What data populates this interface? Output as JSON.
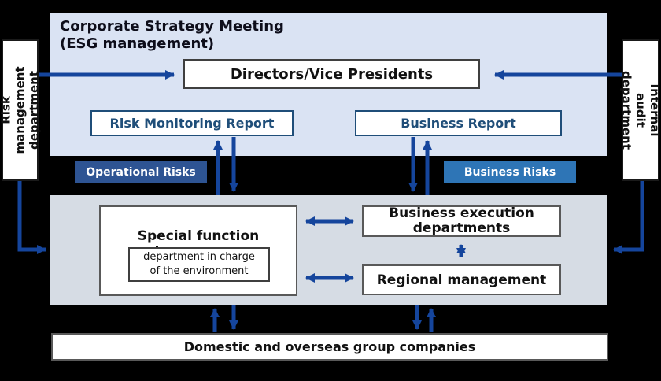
{
  "colors": {
    "background": "#000000",
    "top_panel": "#dae3f3",
    "lower_panel": "#d6dce4",
    "arrow": "#15459c",
    "report_navy": "#1f4e79",
    "operational_badge": "#2e5493",
    "business_badge": "#2e75b6",
    "title_text": "#0d0d1a",
    "border_dark": "#3f3f3f",
    "border_mid": "#595959"
  },
  "strategy_panel": {
    "title": "Corporate Strategy Meeting\n(ESG management)",
    "directors": "Directors/Vice Presidents",
    "risk_monitoring_report": "Risk Monitoring Report",
    "business_report": "Business Report"
  },
  "side_boxes": {
    "risk_management": "Risk management\ndepartment",
    "internal_audit": "Internal audit\ndepartment"
  },
  "badges": {
    "operational": "Operational Risks",
    "business": "Business Risks"
  },
  "execution_panel": {
    "special_function": "Special function\ndepartments",
    "environment_dept": "department in charge\nof the environment",
    "business_execution": "Business execution\ndepartments",
    "regional_management": "Regional management"
  },
  "group_companies": "Domestic and overseas group companies"
}
